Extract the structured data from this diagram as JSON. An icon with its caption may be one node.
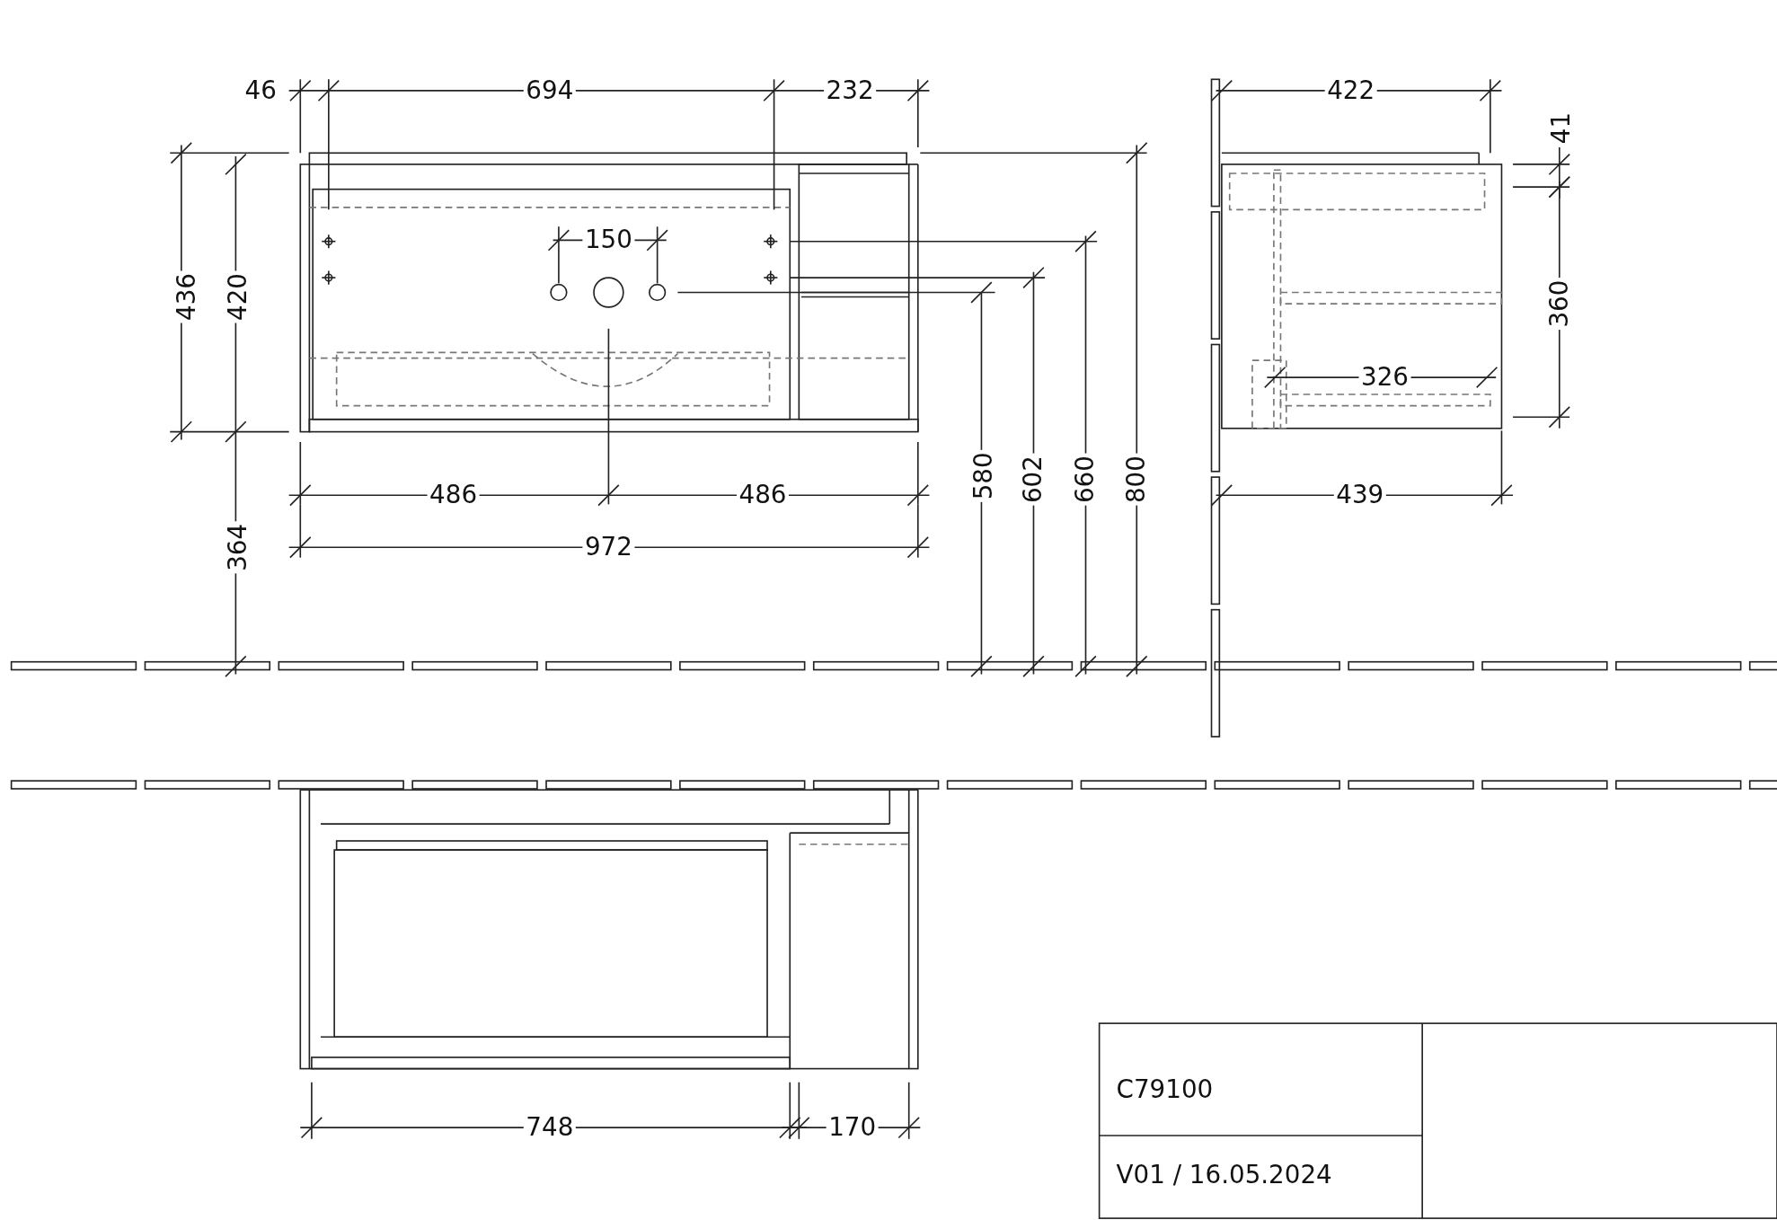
{
  "diagram": {
    "labels": [
      "46",
      "694",
      "232",
      "422",
      "41",
      "150",
      "436",
      "420",
      "360",
      "326",
      "486",
      "486",
      "439",
      "580",
      "602",
      "660",
      "800",
      "972",
      "364",
      "748",
      "170",
      "C79100",
      "V01 /  16.05.2024"
    ]
  }
}
